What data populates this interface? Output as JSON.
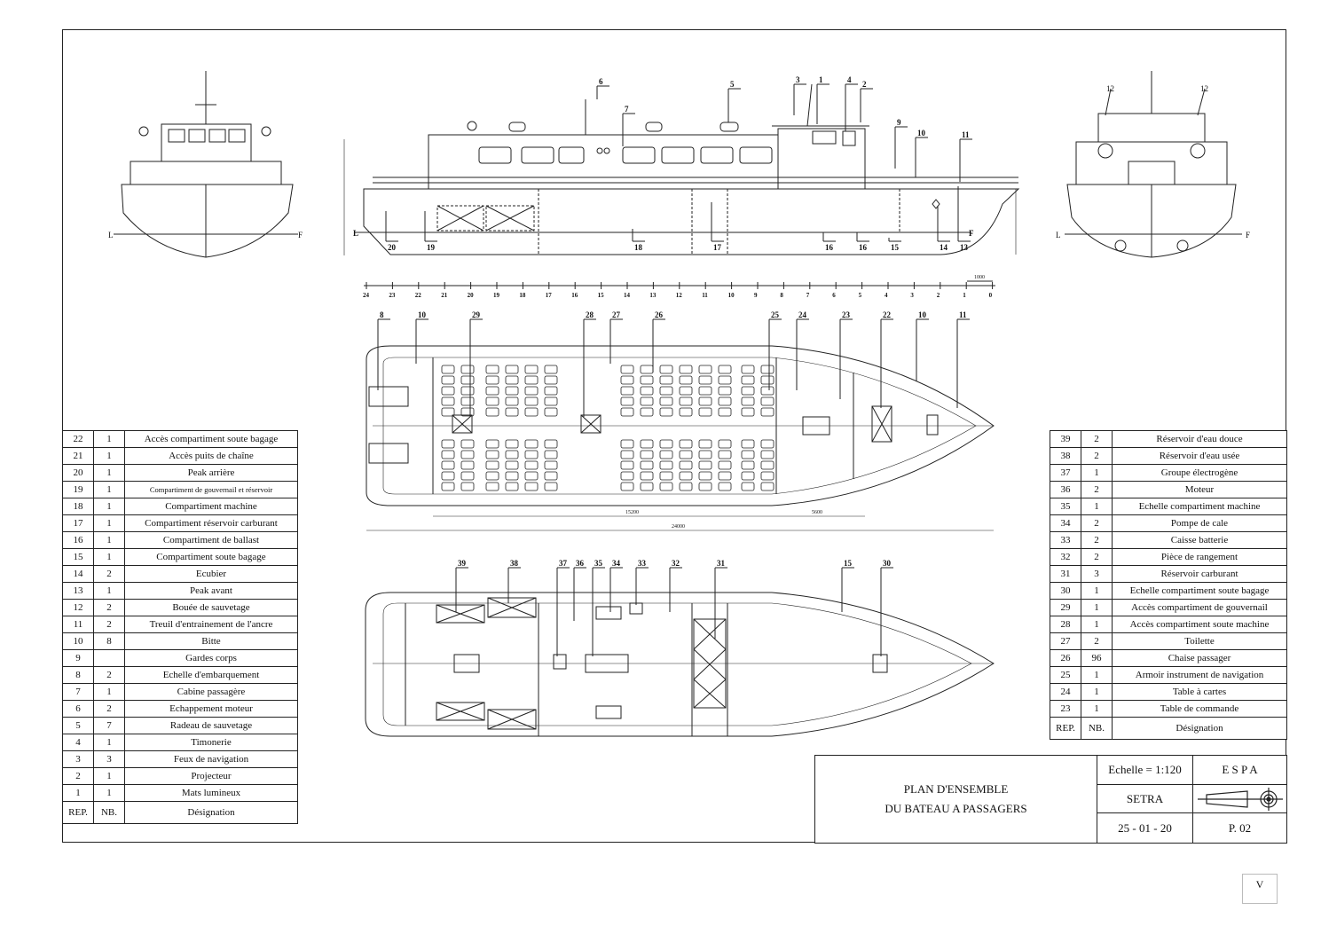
{
  "title_block": {
    "title_line1": "PLAN D'ENSEMBLE",
    "title_line2": "DU BATEAU A PASSAGERS",
    "scale": "Echelle = 1:120",
    "company": "E S P A",
    "client": "SETRA",
    "date": "25 - 01 - 20",
    "page": "P. 02"
  },
  "table_header": {
    "rep": "REP.",
    "nb": "NB.",
    "designation": "Désignation"
  },
  "left_table": [
    {
      "rep": "22",
      "nb": "1",
      "designation": "Accès compartiment soute bagage"
    },
    {
      "rep": "21",
      "nb": "1",
      "designation": "Accès puits de chaîne"
    },
    {
      "rep": "20",
      "nb": "1",
      "designation": "Peak arrière"
    },
    {
      "rep": "19",
      "nb": "1",
      "designation": "Compartiment de gouvernail et réservoir"
    },
    {
      "rep": "18",
      "nb": "1",
      "designation": "Compartiment machine"
    },
    {
      "rep": "17",
      "nb": "1",
      "designation": "Compartiment réservoir carburant"
    },
    {
      "rep": "16",
      "nb": "1",
      "designation": "Compartiment de ballast"
    },
    {
      "rep": "15",
      "nb": "1",
      "designation": "Compartiment soute bagage"
    },
    {
      "rep": "14",
      "nb": "2",
      "designation": "Ecubier"
    },
    {
      "rep": "13",
      "nb": "1",
      "designation": "Peak avant"
    },
    {
      "rep": "12",
      "nb": "2",
      "designation": "Bouée de sauvetage"
    },
    {
      "rep": "11",
      "nb": "2",
      "designation": "Treuil d'entrainement de l'ancre"
    },
    {
      "rep": "10",
      "nb": "8",
      "designation": "Bitte"
    },
    {
      "rep": "9",
      "nb": "",
      "designation": "Gardes corps"
    },
    {
      "rep": "8",
      "nb": "2",
      "designation": "Echelle d'embarquement"
    },
    {
      "rep": "7",
      "nb": "1",
      "designation": "Cabine passagère"
    },
    {
      "rep": "6",
      "nb": "2",
      "designation": "Echappement moteur"
    },
    {
      "rep": "5",
      "nb": "7",
      "designation": "Radeau de sauvetage"
    },
    {
      "rep": "4",
      "nb": "1",
      "designation": "Timonerie"
    },
    {
      "rep": "3",
      "nb": "3",
      "designation": "Feux de navigation"
    },
    {
      "rep": "2",
      "nb": "1",
      "designation": "Projecteur"
    },
    {
      "rep": "1",
      "nb": "1",
      "designation": "Mats lumineux"
    }
  ],
  "right_table": [
    {
      "rep": "39",
      "nb": "2",
      "designation": "Réservoir d'eau douce"
    },
    {
      "rep": "38",
      "nb": "2",
      "designation": "Réservoir d'eau usée"
    },
    {
      "rep": "37",
      "nb": "1",
      "designation": "Groupe électrogène"
    },
    {
      "rep": "36",
      "nb": "2",
      "designation": "Moteur"
    },
    {
      "rep": "35",
      "nb": "1",
      "designation": "Echelle compartiment machine"
    },
    {
      "rep": "34",
      "nb": "2",
      "designation": "Pompe de cale"
    },
    {
      "rep": "33",
      "nb": "2",
      "designation": "Caisse batterie"
    },
    {
      "rep": "32",
      "nb": "2",
      "designation": "Pièce de rangement"
    },
    {
      "rep": "31",
      "nb": "3",
      "designation": "Réservoir carburant"
    },
    {
      "rep": "30",
      "nb": "1",
      "designation": "Echelle compartiment soute bagage"
    },
    {
      "rep": "29",
      "nb": "1",
      "designation": "Accès compartiment de gouvernail"
    },
    {
      "rep": "28",
      "nb": "1",
      "designation": "Accès compartiment soute machine"
    },
    {
      "rep": "27",
      "nb": "2",
      "designation": "Toilette"
    },
    {
      "rep": "26",
      "nb": "96",
      "designation": "Chaise passager"
    },
    {
      "rep": "25",
      "nb": "1",
      "designation": "Armoir instrument de navigation"
    },
    {
      "rep": "24",
      "nb": "1",
      "designation": "Table à cartes"
    },
    {
      "rep": "23",
      "nb": "1",
      "designation": "Table de commande"
    }
  ],
  "callouts": {
    "front_view": [
      "L",
      "F"
    ],
    "rear_view": [
      "12",
      "12",
      "L",
      "F"
    ],
    "profile": [
      "6",
      "5",
      "3",
      "1",
      "4",
      "2",
      "7",
      "9",
      "10",
      "11",
      "20",
      "19",
      "18",
      "17",
      "16",
      "16",
      "15",
      "14",
      "13",
      "L",
      "F"
    ],
    "deck_plan": [
      "8",
      "10",
      "29",
      "28",
      "27",
      "26",
      "25",
      "24",
      "23",
      "22",
      "10",
      "11"
    ],
    "lower_plan": [
      "39",
      "38",
      "37",
      "36",
      "35",
      "34",
      "33",
      "32",
      "31",
      "15",
      "30"
    ]
  },
  "scale_ruler": {
    "ticks": [
      "24",
      "23",
      "22",
      "21",
      "20",
      "19",
      "18",
      "17",
      "16",
      "15",
      "14",
      "13",
      "12",
      "11",
      "10",
      "9",
      "8",
      "7",
      "6",
      "5",
      "4",
      "3",
      "2",
      "1",
      "0"
    ],
    "unit_label": "1000"
  },
  "dimensions": {
    "overall_length": "24000",
    "cabin_length": "15200",
    "wheelhouse_length": "5600"
  },
  "page_marker": "V"
}
